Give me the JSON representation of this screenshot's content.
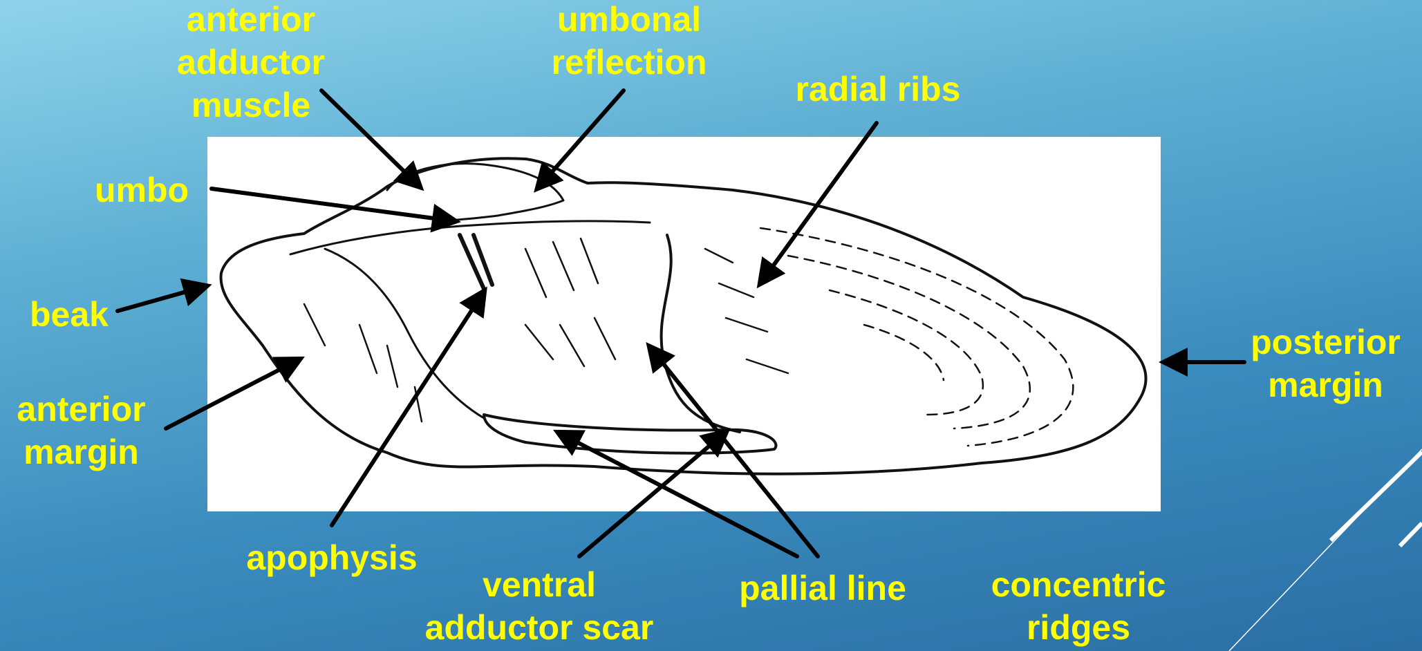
{
  "labels": {
    "anterior_adductor_muscle": [
      "anterior",
      "adductor",
      "muscle"
    ],
    "umbonal_reflection": [
      "umbonal",
      "reflection"
    ],
    "radial_ribs": "radial ribs",
    "umbo": "umbo",
    "beak": "beak",
    "anterior_margin": [
      "anterior",
      "margin"
    ],
    "posterior_margin": [
      "posterior",
      "margin"
    ],
    "apophysis": "apophysis",
    "ventral_adductor_scar": [
      "ventral",
      "adductor scar"
    ],
    "pallial_line": "pallial line",
    "concentric_ridges": [
      "concentric",
      "ridges"
    ]
  },
  "colors": {
    "label_text": "#ffff00",
    "pointer": "#000000",
    "panel": "#ffffff",
    "bg_top": "#8fd3ea",
    "bg_bottom": "#2a6ea4"
  }
}
